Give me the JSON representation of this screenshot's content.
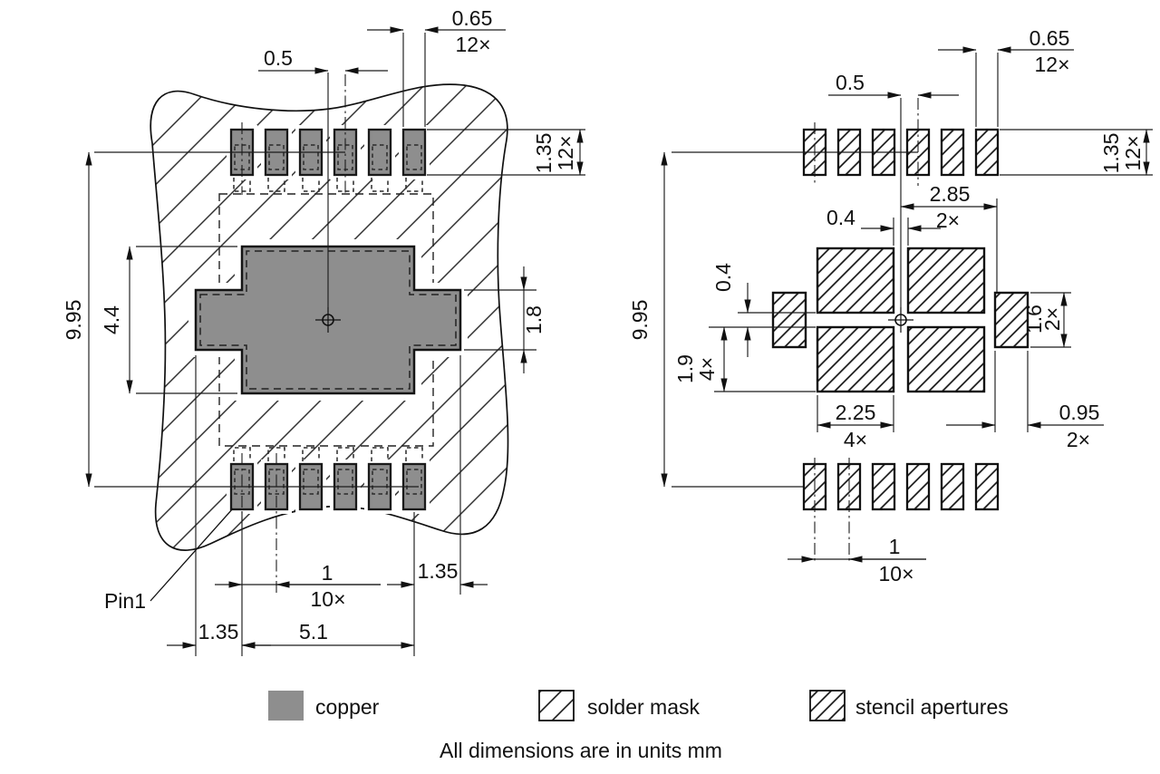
{
  "page": {
    "footer_note": "All dimensions are in units mm"
  },
  "legend": {
    "copper_label": "copper",
    "solder_mask_label": "solder mask",
    "stencil_label": "stencil apertures"
  },
  "left_view": {
    "pin1_label": "Pin1",
    "dim_pad_width": {
      "value": "0.65",
      "qty": "12×"
    },
    "dim_center_offset": {
      "value": "0.5"
    },
    "dim_pad_height": {
      "value": "1.35",
      "qty": "12×"
    },
    "dim_overall_height": {
      "value": "9.95"
    },
    "dim_center_pad_height": {
      "value": "4.4"
    },
    "dim_center_bar_height": {
      "value": "1.8"
    },
    "dim_pad_pitch": {
      "value": "1",
      "qty": "10×"
    },
    "dim_pad_to_copper_right": {
      "value": "1.35"
    },
    "dim_copper_to_pad_left": {
      "value": "1.35"
    },
    "dim_pad_row_span": {
      "value": "5.1"
    }
  },
  "right_view": {
    "dim_aperture_width": {
      "value": "0.65",
      "qty": "12×"
    },
    "dim_center_offset": {
      "value": "0.5"
    },
    "dim_aperture_height": {
      "value": "1.35",
      "qty": "12×"
    },
    "dim_center_to_edge": {
      "value": "2.85",
      "qty": "2×"
    },
    "dim_gap_horizontal": {
      "value": "0.4"
    },
    "dim_gap_vertical": {
      "value": "0.4"
    },
    "dim_overall_height": {
      "value": "9.95"
    },
    "dim_square_height": {
      "value": "1.9",
      "qty": "4×"
    },
    "dim_square_width": {
      "value": "2.25",
      "qty": "4×"
    },
    "dim_side_aperture_height": {
      "value": "1.6",
      "qty": "2×"
    },
    "dim_side_aperture_width": {
      "value": "0.95",
      "qty": "2×"
    },
    "dim_pitch": {
      "value": "1",
      "qty": "10×"
    }
  }
}
